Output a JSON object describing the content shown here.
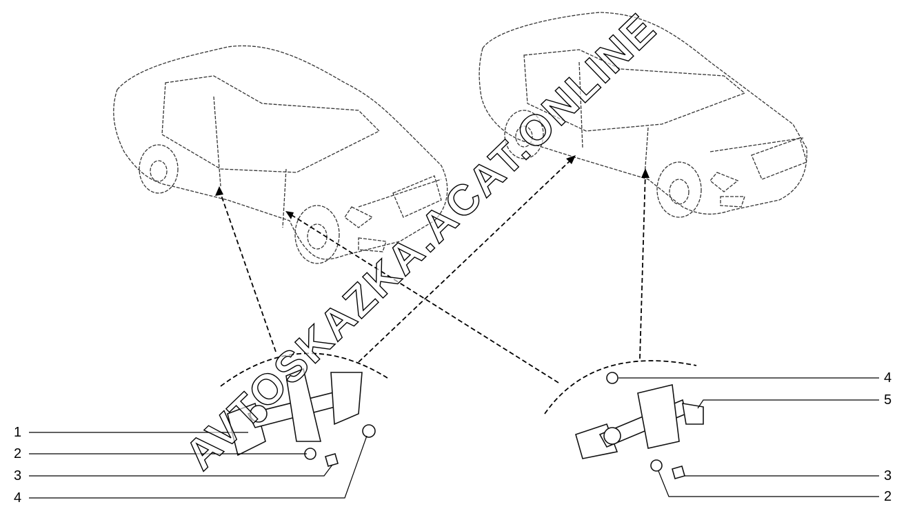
{
  "watermark": "AVTOSKAZKA.ACAT.ONLINE",
  "left_callouts": [
    "1",
    "2",
    "3",
    "4"
  ],
  "right_callouts": [
    "4",
    "5",
    "3",
    "2"
  ]
}
